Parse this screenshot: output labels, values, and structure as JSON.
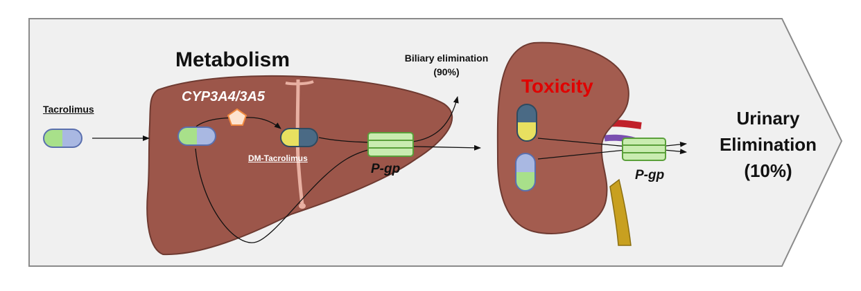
{
  "metabolism_label": "Metabolism",
  "drug_label": "Tacrolimus",
  "enzyme_label": "CYP3A4/3A5",
  "metabolite_label": "DM-Tacrolimus",
  "transporter_liver_label": "P-gp",
  "transporter_kidney_label": "P-gp",
  "biliary_label": "Biliary elimination",
  "biliary_pct": "(90%)",
  "toxicity_label": "Toxicity",
  "urinary_line1": "Urinary",
  "urinary_line2": "Elimination",
  "urinary_pct": "(10%)",
  "colors": {
    "liver": "#9c564a",
    "kidney": "#a35c4f",
    "pill_green": "#a8e08a",
    "pill_blue": "#a9b8e2",
    "pill_yellow": "#e8e060",
    "pill_navy": "#4a6a85",
    "transporter": "#c9ecb0",
    "toxicity": "#e00000",
    "enzyme": "#f6c6a0"
  }
}
